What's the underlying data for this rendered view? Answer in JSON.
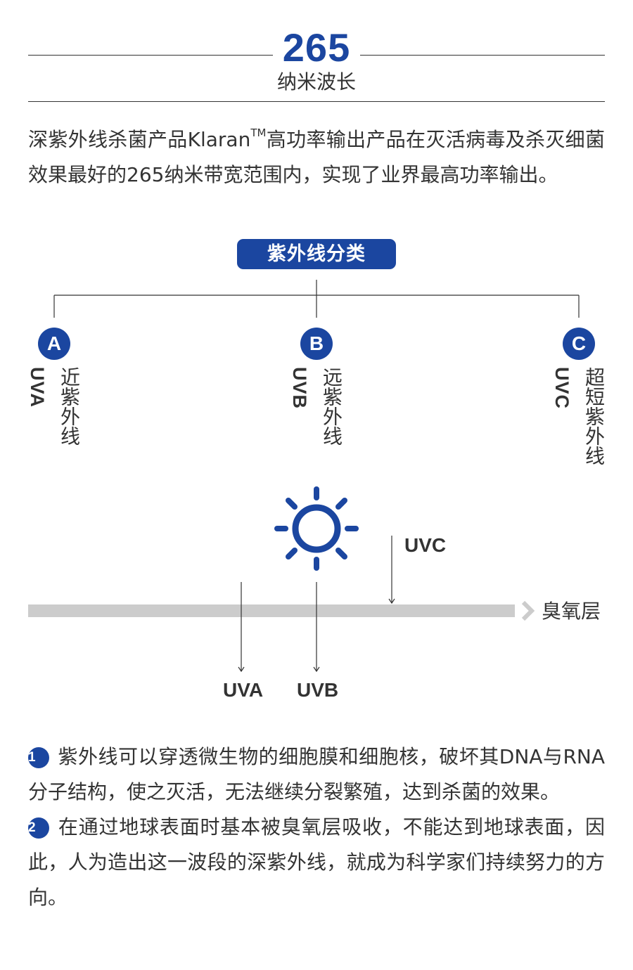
{
  "header": {
    "number": "265",
    "subtitle": "纳米波长"
  },
  "intro": {
    "text_before": "深紫外线杀菌产品Klaran",
    "trademark": "TM",
    "text_after": "高功率输出产品在灭活病毒及杀灭细菌效果最好的265纳米带宽范围内，实现了业界最高功率输出。"
  },
  "classification": {
    "title": "紫外线分类",
    "items": [
      {
        "badge": "A",
        "code": "UVA",
        "name": "近紫外线"
      },
      {
        "badge": "B",
        "code": "UVB",
        "name": "远紫外线"
      },
      {
        "badge": "C",
        "code": "UVC",
        "name": "超短紫外线"
      }
    ]
  },
  "ozone_diagram": {
    "band_label": "臭氧层",
    "rays": {
      "uvc": "UVC",
      "uva": "UVA",
      "uvb": "UVB"
    },
    "colors": {
      "accent": "#1b46a0",
      "band": "#cccccc"
    },
    "icon": "sun-icon"
  },
  "notes": [
    {
      "number": "1",
      "text": "紫外线可以穿透微生物的细胞膜和细胞核，破坏其DNA与RNA分子结构，使之灭活，无法继续分裂繁殖，达到杀菌的效果。"
    },
    {
      "number": "2",
      "text": "在通过地球表面时基本被臭氧层吸收，不能达到地球表面，因此，人为造出这一波段的深紫外线，就成为科学家们持续努力的方向。"
    }
  ]
}
